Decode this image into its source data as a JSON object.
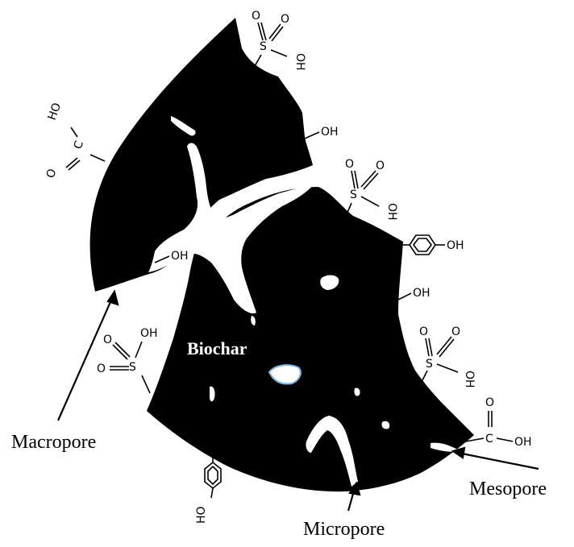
{
  "labels": {
    "biochar": "Biochar",
    "macropore": "Macropore",
    "mesopore": "Mesopore",
    "micropore": "Micropore"
  },
  "groups": {
    "oh": "OH",
    "o": "O",
    "s": "S",
    "c": "C",
    "ho": "HO"
  },
  "colors": {
    "particle": "#000000",
    "pores": "#ffffff",
    "pore_highlight": "#7fb8e0"
  }
}
